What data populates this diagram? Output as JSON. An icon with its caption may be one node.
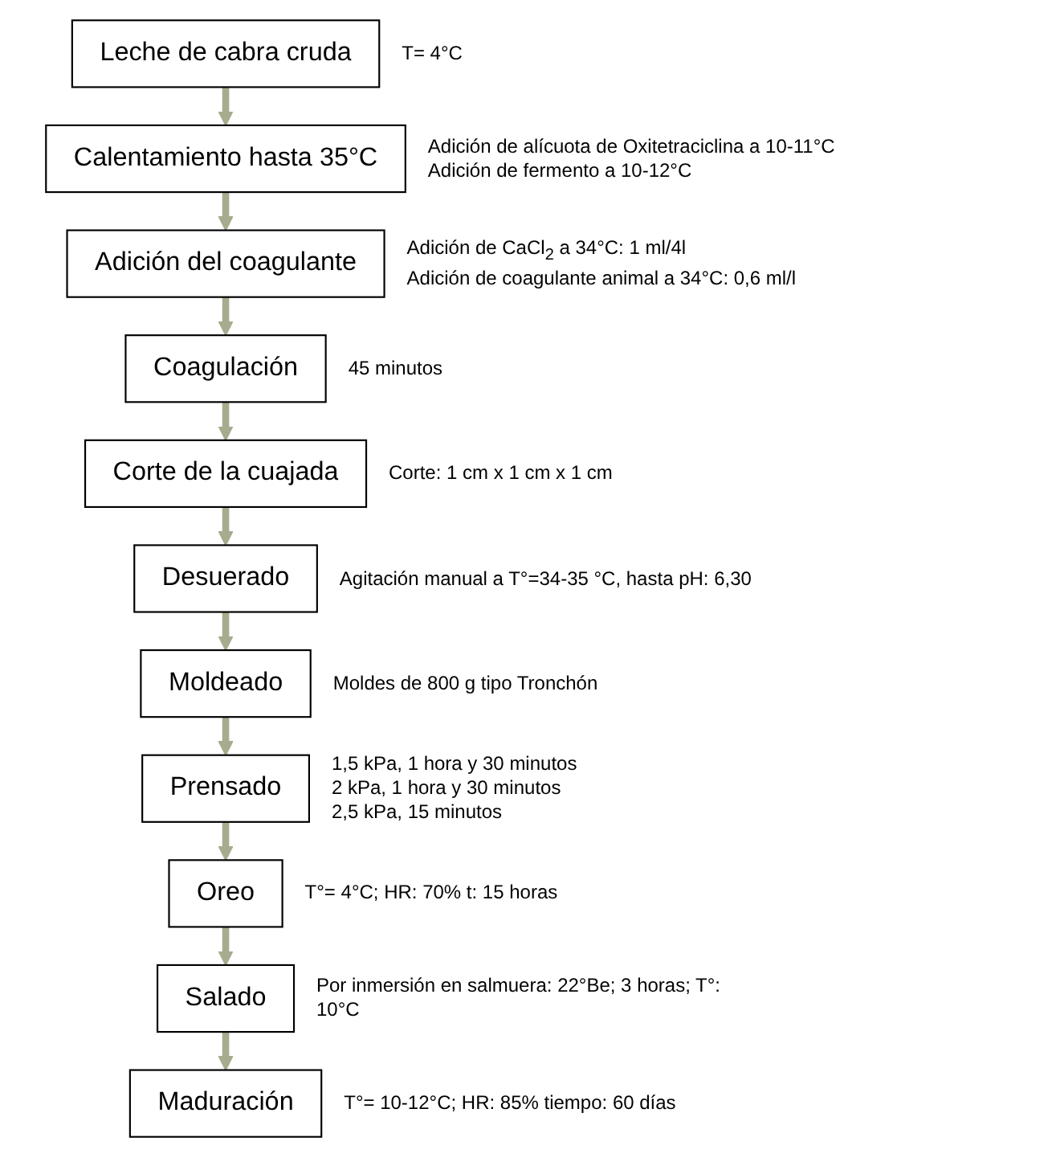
{
  "diagram": {
    "nodes": [
      {
        "text": [
          "Leche de cabra cruda"
        ],
        "beside": [
          "T= 4°C"
        ]
      },
      {
        "text": [
          "Calentamiento hasta 35°C"
        ],
        "beside": [
          "Adición de alícuota de Oxitetraciclina a 10-11°C",
          "Adición de fermento a 10-12°C"
        ]
      },
      {
        "text": [
          "Adición del coagulante"
        ],
        "beside": [
          "Adición de CaCl$_{2}$ a 34°C: 1 ml/4l",
          "Adición de coagulante animal a 34°C: 0,6 ml/l"
        ]
      },
      {
        "text": [
          "Coagulación"
        ],
        "beside": [
          "45 minutos"
        ]
      },
      {
        "text": [
          "Corte de la cuajada"
        ],
        "beside": [
          "Corte: 1 cm x 1 cm x 1 cm"
        ]
      },
      {
        "text": [
          "Desuerado"
        ],
        "beside": [
          "Agitación manual a T°=34-35 °C, hasta pH: 6,30"
        ]
      },
      {
        "text": [
          "Moldeado"
        ],
        "beside": [
          "Moldes de 800 g tipo Tronchón"
        ]
      },
      {
        "text": [
          "Prensado"
        ],
        "beside": [
          "1,5 kPa, 1 hora y 30 minutos",
          "2  kPa, 1 hora y 30 minutos",
          "2,5 kPa, 15 minutos"
        ]
      },
      {
        "text": [
          "Oreo"
        ],
        "beside": [
          "T°= 4°C; HR: 70% t: 15 horas"
        ]
      },
      {
        "text": [
          "Salado"
        ],
        "beside": [
          "Por inmersión en salmuera: 22°Be; 3 horas; T°: 10°C"
        ]
      },
      {
        "text": [
          "Maduración"
        ],
        "beside": [
          "T°= 10-12°C; HR: 85% tiempo: 60 días"
        ]
      }
    ],
    "edges": [
      {
        "from": 0,
        "to": 1,
        "arrow": "to"
      },
      {
        "from": 1,
        "to": 2,
        "arrow": "to"
      },
      {
        "from": 2,
        "to": 3,
        "arrow": "to"
      },
      {
        "from": 3,
        "to": 4,
        "arrow": "to"
      },
      {
        "from": 4,
        "to": 5,
        "arrow": "to"
      },
      {
        "from": 5,
        "to": 6,
        "arrow": "to"
      },
      {
        "from": 6,
        "to": 7,
        "arrow": "to"
      },
      {
        "from": 7,
        "to": 8,
        "arrow": "to"
      },
      {
        "from": 8,
        "to": 9,
        "arrow": "to"
      },
      {
        "from": 9,
        "to": 10,
        "arrow": "to"
      }
    ]
  }
}
